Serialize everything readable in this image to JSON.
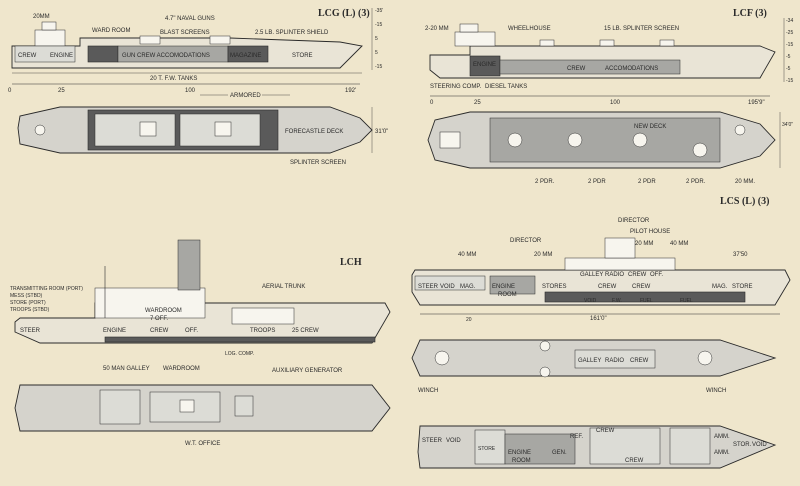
{
  "lcg": {
    "title": "LCG (L) (3)",
    "profile": {
      "labels": [
        "20MM",
        "WARD ROOM",
        "4.7\" NAVAL GUNS",
        "BLAST SCREENS",
        "2.5 LB. SPLINTER SHIELD",
        "CREW",
        "ENGINE",
        "GUN CREW ACCOMODATIONS",
        "MAGAZINE",
        "STORE",
        "20 T. F.W. TANKS"
      ],
      "scale_ticks": [
        "0",
        "25",
        "100",
        "192'"
      ],
      "height_ticks": [
        "-35'",
        "-15",
        "5",
        "5",
        "-15"
      ],
      "armored": "ARMORED"
    },
    "plan": {
      "labels": [
        "FORECASTLE DECK",
        "SPLINTER SCREEN"
      ],
      "beam": "31'0\""
    }
  },
  "lcf": {
    "title": "LCF (3)",
    "profile": {
      "labels": [
        "2-20 MM",
        "WHEELHOUSE",
        "15 LB. SPLINTER SCREEN",
        "ENGINE",
        "CREW",
        "ACCOMODATIONS",
        "STEERING COMP.",
        "DIESEL TANKS"
      ],
      "scale_ticks": [
        "0",
        "25",
        "100",
        "195'9\""
      ],
      "height_ticks": [
        "-34",
        "-25",
        "-15",
        "-5",
        "-5",
        "-15"
      ]
    },
    "plan": {
      "labels": [
        "NEW DECK",
        "2 PDR.",
        "2 PDR",
        "2 PDR",
        "2 PDR.",
        "20 MM."
      ],
      "beam": "34'0\""
    }
  },
  "lch": {
    "title": "LCH",
    "profile": {
      "labels": [
        "TRANSMITTING ROOM (PORT)",
        "MESS (STBD)",
        "STORE (PORT)",
        "TROOPS (STBD)",
        "WARDROOM",
        "7 OFF.",
        "AERIAL TRUNK",
        "STEER",
        "ENGINE",
        "CREW",
        "OFF.",
        "TROOPS",
        "25 CREW",
        "LOG. COMP."
      ]
    },
    "plan": {
      "labels": [
        "50 MAN GALLEY",
        "WARDROOM",
        "AUXILIARY GENERATOR",
        "W.T. OFFICE"
      ]
    }
  },
  "lcs": {
    "title": "LCS (L) (3)",
    "profile": {
      "labels": [
        "DIRECTOR",
        "PILOT HOUSE",
        "DIRECTOR",
        "40 MM",
        "20 MM",
        "20 MM",
        "40 MM",
        "37'50",
        "STEER",
        "VOID",
        "MAG.",
        "ENGINE",
        "ROOM",
        "STORES",
        "GALLEY",
        "RADIO",
        "CREW",
        "OFF.",
        "CREW",
        "CREW",
        "MAG.",
        "STORE",
        "VOID",
        "F.W.",
        "FUEL",
        "FUEL",
        "20",
        "161'0\""
      ]
    },
    "plan_upper": {
      "labels": [
        "GALLEY",
        "RADIO",
        "CREW",
        "WINCH",
        "WINCH"
      ]
    },
    "plan_lower": {
      "labels": [
        "STEER",
        "VOID",
        "STORE",
        "ENGINE",
        "ROOM",
        "GEN.",
        "REF.",
        "CREW",
        "CREW",
        "AMM.",
        "AMM.",
        "STOR.",
        "VOID"
      ]
    }
  }
}
